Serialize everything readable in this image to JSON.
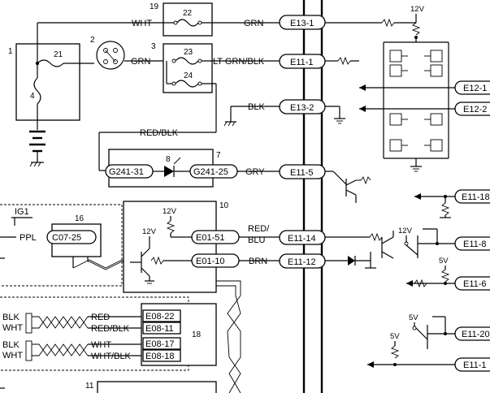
{
  "components": {
    "c1": "1",
    "c2": "2",
    "c3": "3",
    "c4": "4",
    "c7": "7",
    "c8": "8",
    "c10": "10",
    "c11": "11",
    "c16": "16",
    "c18": "18",
    "c19": "19",
    "c21": "21",
    "c22": "22",
    "c23": "23",
    "c24": "24"
  },
  "wires": {
    "wht": "WHT",
    "grn_top": "GRN",
    "grn_mid": "GRN",
    "lt_grn_blk": "LT GRN/BLK",
    "blk": "BLK",
    "red_blk": "RED/BLK",
    "gry": "GRY",
    "ppl": "PPL",
    "red_blu_1": "RED/",
    "red_blu_2": "BLU",
    "brn": "BRN",
    "ig1": "IG1",
    "blk_a": "BLK",
    "wht_a": "WHT",
    "red_a": "RED",
    "red_blk_a": "RED/BLK",
    "blk_b": "BLK",
    "wht_b": "WHT",
    "wht_c": "WHT",
    "wht_blk_c": "WHT/BLK"
  },
  "voltages": {
    "v_top": "12V",
    "v_10": "12V",
    "v_10b": "12V",
    "v_mid": "12V",
    "v_5a": "5V",
    "v_5b": "5V",
    "v_5c": "5V"
  },
  "connectors": {
    "e13_1": "E13-1",
    "e11_1": "E11-1",
    "e13_2": "E13-2",
    "e11_5": "E11-5",
    "e11_14": "E11-14",
    "e11_12": "E11-12",
    "g241_31": "G241-31",
    "g241_25": "G241-25",
    "c07_25": "C07-25",
    "e01_51": "E01-51",
    "e01_10": "E01-10",
    "e08_22": "E08-22",
    "e08_11": "E08-11",
    "e08_17": "E08-17",
    "e08_18": "E08-18",
    "e12_a": "E12-1",
    "e12_b": "E12-2",
    "e11_18": "E11-18",
    "e11_8": "E11-8",
    "e11_6": "E11-6",
    "e11_20": "E11-20",
    "e11_1b": "E11-1"
  }
}
